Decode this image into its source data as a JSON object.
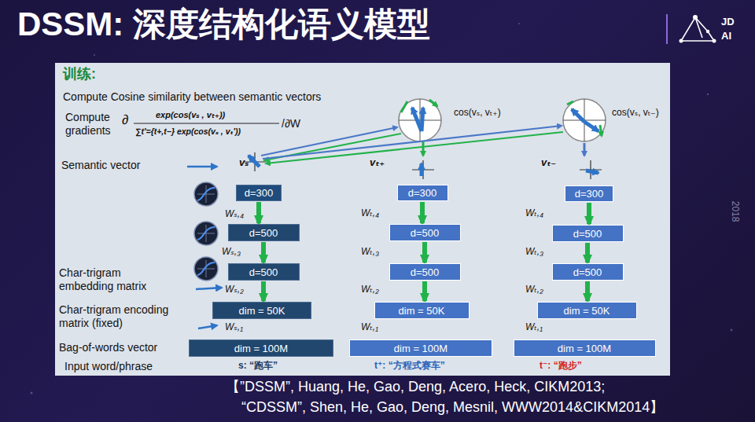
{
  "diagram": {
    "title": "DSSM: 深度结构化语义模型",
    "nodes": [
      {
        "text": [
          "d=300"
        ]
      },
      {
        "text": [
          "d=500"
        ]
      },
      {
        "text": [
          "d=500"
        ]
      },
      {
        "text": [
          "dim = 50K"
        ]
      },
      {
        "text": [
          "dim = 100M"
        ]
      },
      {
        "text": [
          "d=300"
        ]
      },
      {
        "text": [
          "d=500"
        ]
      },
      {
        "text": [
          "d=500"
        ]
      },
      {
        "text": [
          "dim = 50K"
        ]
      },
      {
        "text": [
          "dim = 100M"
        ]
      },
      {
        "text": [
          "d=300"
        ]
      },
      {
        "text": [
          "d=500"
        ]
      },
      {
        "text": [
          "d=500"
        ]
      },
      {
        "text": [
          "dim = 50K"
        ]
      },
      {
        "text": [
          "dim = 100M"
        ]
      }
    ],
    "edges": [
      {
        "from": 0,
        "to": 1,
        "arrow": "to"
      },
      {
        "from": 1,
        "to": 2,
        "arrow": "to"
      },
      {
        "from": 2,
        "to": 3,
        "arrow": "to"
      },
      {
        "from": 5,
        "to": 6,
        "arrow": "to"
      },
      {
        "from": 6,
        "to": 7,
        "arrow": "to"
      },
      {
        "from": 7,
        "to": 8,
        "arrow": "to"
      },
      {
        "from": 10,
        "to": 11,
        "arrow": "to"
      },
      {
        "from": 11,
        "to": 12,
        "arrow": "to"
      },
      {
        "from": 12,
        "to": 13,
        "arrow": "to"
      }
    ],
    "labels": [
      "训练:",
      "Compute Cosine similarity between semantic vectors",
      "Compute",
      "gradients",
      "∂",
      "exp(cos(vₛ , vₜ₊))",
      "∑t′={t+,t−} exp(cos(vₛ , vₜ′))",
      "/∂W",
      "Semantic vector",
      "Char-trigram embedding matrix",
      "Char-trigram encoding matrix (fixed)",
      "Bag-of-words vector",
      "Input word/phrase",
      "cos(vₛ, vₜ₊)",
      "cos(vₛ, vₜ₋)",
      "vₛ",
      "vₜ₊",
      "vₜ₋",
      "Wₛ,₄",
      "Wₛ,₃",
      "Wₛ,₂",
      "Wₛ,₁",
      "Wₜ,₄",
      "Wₜ,₃",
      "Wₜ,₂",
      "Wₜ,₁",
      "Wₜ,₄",
      "Wₜ,₃",
      "Wₜ,₂",
      "Wₜ,₁",
      "s: “跑车”",
      "t⁺: “方程式赛车”",
      "t⁻: “跑步”",
      "2018",
      "JD",
      "AI",
      "【”DSSM”, Huang, He, Gao, Deng, Acero, Heck, CIKM2013;",
      "“CDSSM”, Shen, He, Gao, Deng, Mesnil, WWW2014&CIKM2014】"
    ]
  }
}
